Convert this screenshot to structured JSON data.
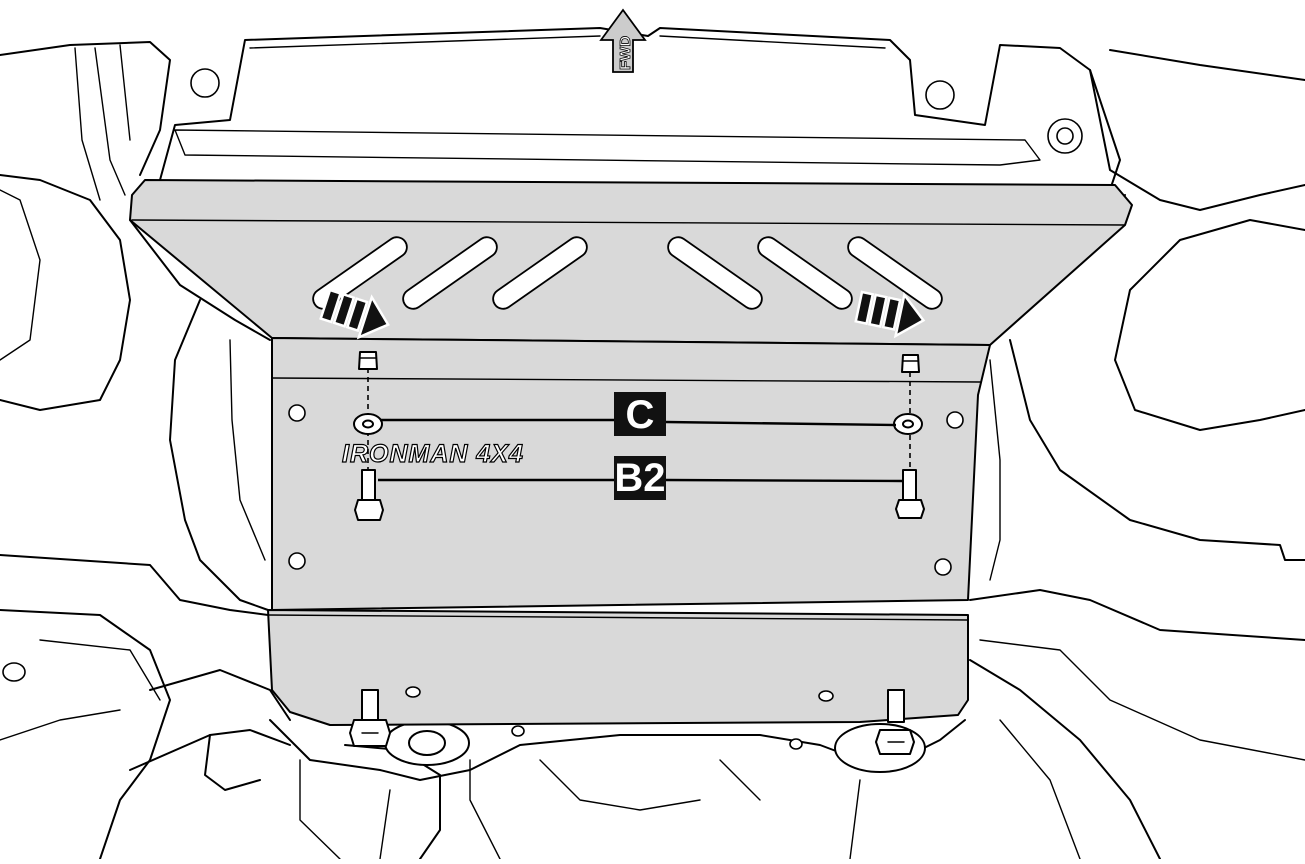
{
  "direction_label": "FWD",
  "brand_logo_text": "IRONMAN 4X4",
  "callouts": [
    {
      "id": "C",
      "label": "C"
    },
    {
      "id": "B2",
      "label": "B2"
    }
  ],
  "colors": {
    "plate_fill": "#d9d9d9",
    "line": "#000000",
    "callout_bg": "#111111",
    "callout_text": "#ffffff"
  }
}
